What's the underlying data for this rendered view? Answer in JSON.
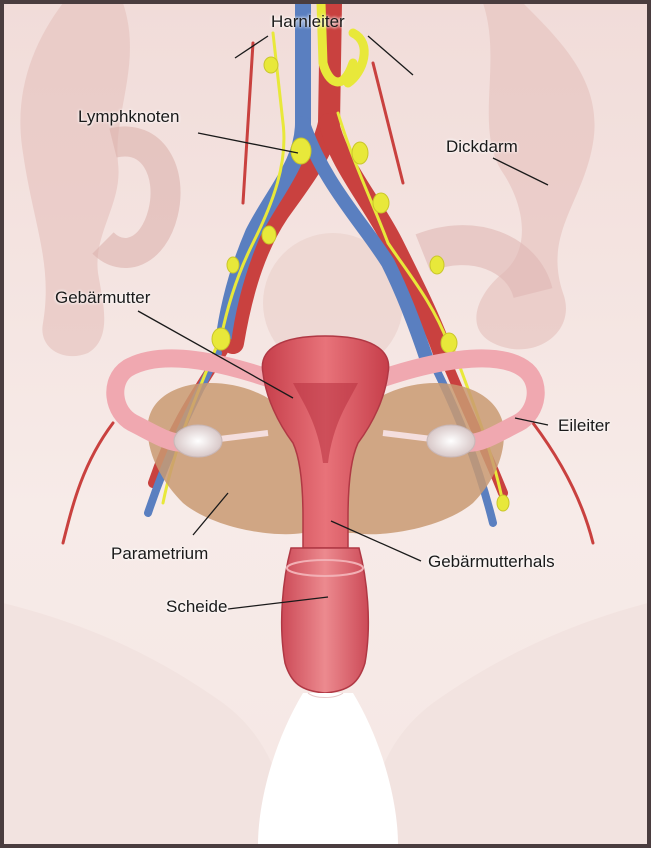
{
  "labels": {
    "harnleiter": "Harnleiter",
    "lymphknoten": "Lymphknoten",
    "dickdarm": "Dickdarm",
    "gebaermutter": "Gebärmutter",
    "eileiter": "Eileiter",
    "parametrium": "Parametrium",
    "gebaermutterhals": "Gebärmutterhals",
    "scheide": "Scheide"
  },
  "colors": {
    "background": "#f7ecea",
    "artery": "#c9413f",
    "vein": "#5a7fc0",
    "lymph": "#e8e83a",
    "uterus": "#d9505a",
    "parametrium": "#c99a72",
    "frame": "#4a3d3f"
  }
}
